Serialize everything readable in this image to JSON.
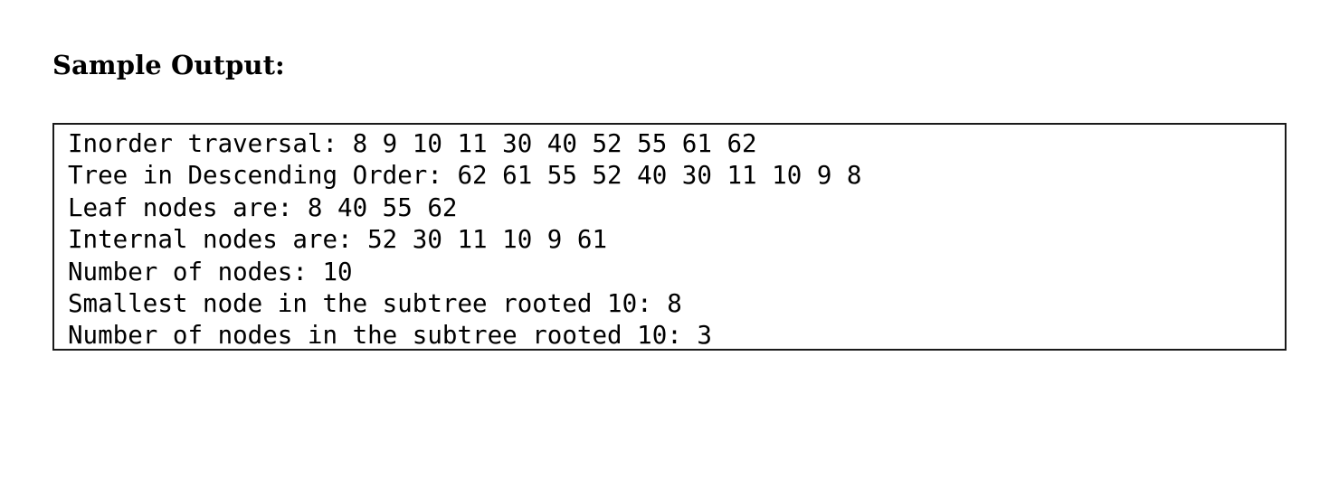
{
  "heading": {
    "text": "Sample Output:"
  },
  "output_block": {
    "border_color": "#1a1a1a",
    "background_color": "#ffffff",
    "text_color": "#000000",
    "lines": [
      "Inorder traversal: 8 9 10 11 30 40 52 55 61 62",
      "Tree in Descending Order: 62 61 55 52 40 30 11 10 9 8",
      "Leaf nodes are: 8 40 55 62",
      "Internal nodes are: 52 30 11 10 9 61",
      "Number of nodes: 10",
      "Smallest node in the subtree rooted 10: 8",
      "Number of nodes in the subtree rooted 10: 3"
    ]
  }
}
